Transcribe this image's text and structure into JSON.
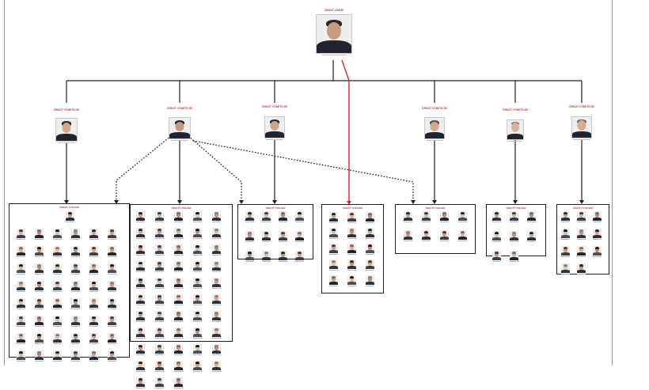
{
  "colors": {
    "accent_red": "#d0262b",
    "connector": "#1e1e1e",
    "box_border": "#1e1e1e"
  },
  "top": {
    "title": "ÖRGÜT LİDERİ"
  },
  "leaders": [
    {
      "title": "ÖRGÜT YÖNETİCİSİ"
    },
    {
      "title": "ÖRGÜT YÖNETİCİSİ"
    },
    {
      "title": "ÖRGÜT YÖNETİCİSİ"
    },
    {
      "title": "ÖRGÜT YÖNETİCİSİ"
    },
    {
      "title": "ÖRGÜT YÖNETİCİSİ"
    },
    {
      "title": "ÖRGÜT YÖNETİCİSİ"
    }
  ],
  "groups": [
    {
      "title": "ÖRGÜT ÜYELERİ",
      "count": 49
    },
    {
      "title": "ÖRGÜT ÜYELERİ",
      "count": 53
    },
    {
      "title": "ÖRGÜT ÜYELERİ",
      "count": 12
    },
    {
      "title": "ÖRGÜT ÜYELERİ",
      "count": 15
    },
    {
      "title": "ÖRGÜT ÜYELERİ",
      "count": 8
    },
    {
      "title": "ÖRGÜT ÜYELERİ",
      "count": 8
    },
    {
      "title": "ÖRGÜT ÜYELERİ",
      "count": 11
    }
  ]
}
